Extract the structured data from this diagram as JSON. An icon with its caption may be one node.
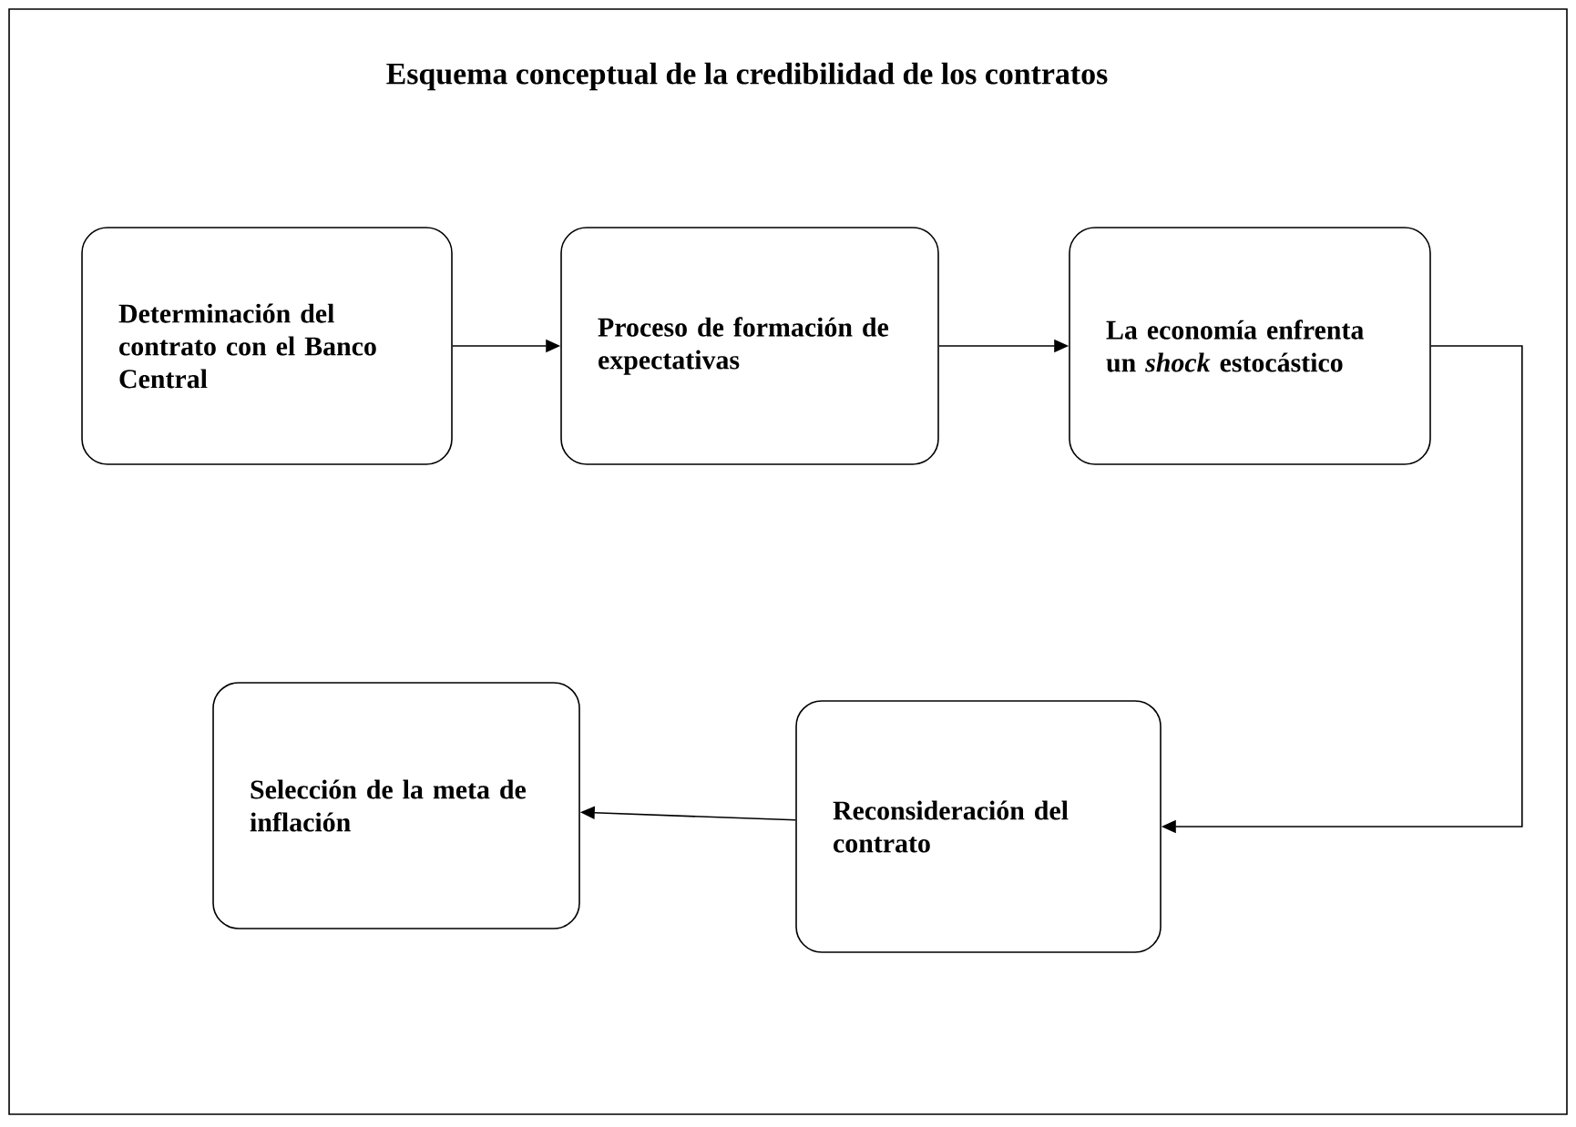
{
  "diagram": {
    "title": "Esquema conceptual de la credibilidad  de los contratos",
    "nodes": [
      {
        "text": [
          "Determinación del contrato con el Banco Central"
        ]
      },
      {
        "text": [
          "Proceso de formación de expectativas"
        ]
      },
      {
        "text": [
          "La economía enfrenta un *shock* estocástico"
        ]
      },
      {
        "text": [
          "Reconsideración del contrato"
        ]
      },
      {
        "text": [
          "Selección de la meta de inflación"
        ]
      }
    ],
    "edges": [
      {
        "from": 0,
        "to": 1,
        "arrow": "to"
      },
      {
        "from": 1,
        "to": 2,
        "arrow": "to"
      },
      {
        "from": 2,
        "to": 3,
        "arrow": "to"
      },
      {
        "from": 3,
        "to": 4,
        "arrow": "to"
      }
    ]
  }
}
